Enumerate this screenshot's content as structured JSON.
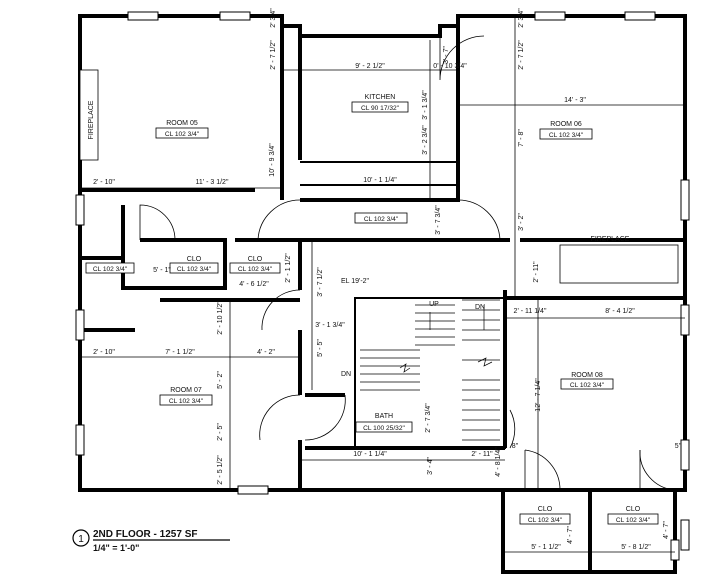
{
  "rooms": [
    {
      "name": "ROOM 05",
      "ceiling": "CL 102 3/4\""
    },
    {
      "name": "KITCHEN",
      "ceiling": "CL 90 17/32\""
    },
    {
      "name": "ROOM 06",
      "ceiling": "CL 102 3/4\""
    },
    {
      "name": "",
      "ceiling": "CL 102 3/4\""
    },
    {
      "name": "",
      "ceiling": "CL 102 3/4\""
    },
    {
      "name": "CLO",
      "ceiling": "CL 102 3/4\""
    },
    {
      "name": "CLO",
      "ceiling": "CL 102 3/4\""
    },
    {
      "name": "ROOM 07",
      "ceiling": "CL 102 3/4\""
    },
    {
      "name": "BATH",
      "ceiling": "CL 100 25/32\""
    },
    {
      "name": "ROOM 08",
      "ceiling": "CL 102 3/4\""
    },
    {
      "name": "CLO",
      "ceiling": "CL 102 3/4\""
    },
    {
      "name": "CLO",
      "ceiling": "CL 102 3/4\""
    }
  ],
  "labels": {
    "fireplace_left": "FIREPLACE",
    "fireplace_right": "FIREPLACE",
    "elevation": "EL 19'-2\"",
    "up": "UP",
    "dn_top": "DN",
    "dn_left": "DN"
  },
  "dims": [
    "9' - 2 1/2\"",
    "3' - 7\"",
    "0' - 10 3/4\"",
    "2' - 7 1/2\"",
    "2' 3/4\"",
    "2' - 7 1/2\"",
    "2' 3/4\"",
    "14' - 3\"",
    "7' - 8\"",
    "3' - 1 3/4\"",
    "3' - 2 3/4\"",
    "10' - 9 3/4\"",
    "2' - 10\"",
    "11' - 3 1/2\"",
    "10' - 1 1/4\"",
    "3' - 7 3/4\"",
    "3' - 2\"",
    "5' - 1\"",
    "4' - 6 1/2\"",
    "2' - 1 1/2\"",
    "3' - 7 1/2\"",
    "2' - 11\"",
    "2' - 11 1/4\"",
    "8' - 4 1/2\"",
    "2' - 10 1/2\"",
    "3' - 1 3/4\"",
    "2' - 10\"",
    "7' - 1 1/2\"",
    "4' - 2\"",
    "5' - 5\"",
    "5' - 2\"",
    "12' - 7 1/4\"",
    "2' - 5\"",
    "2' - 7 3/4\"",
    "2' - 5 1/2\"",
    "10' - 1 1/4\"",
    "2' - 11\"",
    "3' - 4\"",
    "4' - 8 1/4\"",
    "8\"",
    "5\"",
    "5' - 1 1/2\"",
    "4' - 7\"",
    "5' - 8 1/2\"",
    "4' - 7\""
  ],
  "title": {
    "number": "1",
    "name": "2ND FLOOR - 1257 SF",
    "scale": "1/4\" = 1'-0\""
  }
}
